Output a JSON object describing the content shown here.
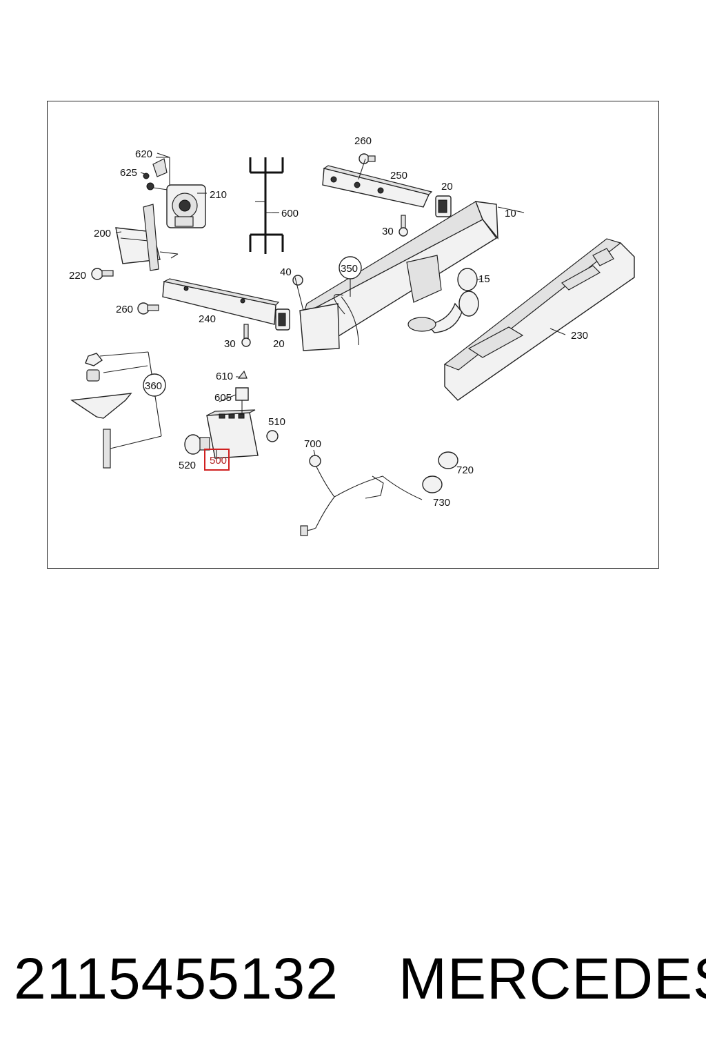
{
  "diagram": {
    "highlight_color": "#d02020",
    "callouts": [
      {
        "id": "620",
        "text": "620"
      },
      {
        "id": "625",
        "text": "625"
      },
      {
        "id": "210",
        "text": "210"
      },
      {
        "id": "200",
        "text": "200"
      },
      {
        "id": "220",
        "text": "220"
      },
      {
        "id": "260a",
        "text": "260"
      },
      {
        "id": "240",
        "text": "240"
      },
      {
        "id": "30a",
        "text": "30"
      },
      {
        "id": "20a",
        "text": "20"
      },
      {
        "id": "600",
        "text": "600"
      },
      {
        "id": "260b",
        "text": "260"
      },
      {
        "id": "250",
        "text": "250"
      },
      {
        "id": "20b",
        "text": "20"
      },
      {
        "id": "30b",
        "text": "30"
      },
      {
        "id": "10",
        "text": "10"
      },
      {
        "id": "40",
        "text": "40"
      },
      {
        "id": "350",
        "text": "350"
      },
      {
        "id": "15",
        "text": "15"
      },
      {
        "id": "230",
        "text": "230"
      },
      {
        "id": "360",
        "text": "360"
      },
      {
        "id": "610",
        "text": "610"
      },
      {
        "id": "605",
        "text": "605"
      },
      {
        "id": "510",
        "text": "510"
      },
      {
        "id": "520",
        "text": "520"
      },
      {
        "id": "500",
        "text": "500"
      },
      {
        "id": "700",
        "text": "700"
      },
      {
        "id": "720",
        "text": "720"
      },
      {
        "id": "730",
        "text": "730"
      }
    ]
  },
  "footer": {
    "part_number": "2115455132",
    "brand": "MERCEDES"
  }
}
